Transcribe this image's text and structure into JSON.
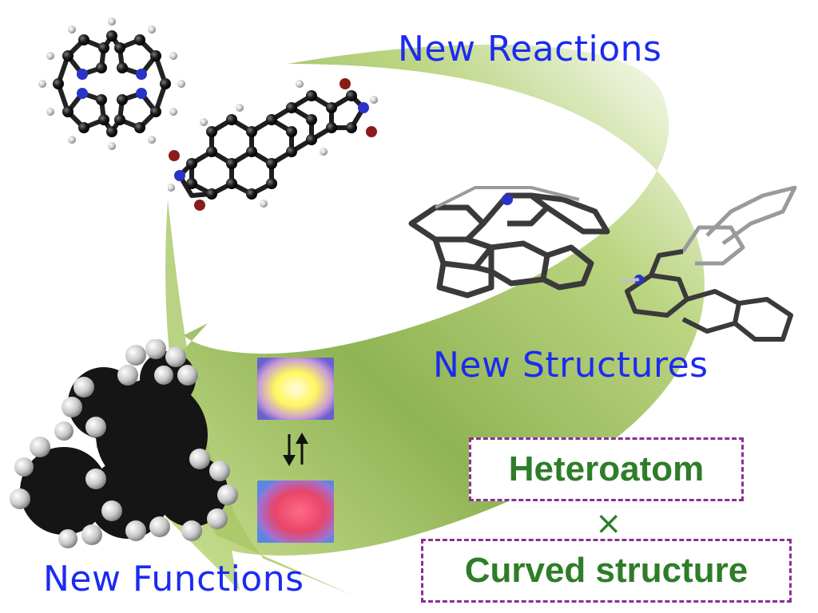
{
  "labels": {
    "reactions": "New Reactions",
    "structures": "New Structures",
    "functions": "New Functions"
  },
  "concept": {
    "top": "Heteroatom",
    "operator": "×",
    "bottom": "Curved structure"
  },
  "icons": [
    "porphyrin-molecule-icon",
    "perylene-diimide-molecule-icon",
    "bowl-molecule-icon",
    "helicene-molecule-icon",
    "space-filling-molecule-icon",
    "switch-arrows-icon"
  ],
  "colors": {
    "label_blue": "#1c2bf0",
    "concept_green": "#2e7d28",
    "box_purple": "#8a2f93",
    "arrow_green_dark": "#7aa83c",
    "arrow_green_light": "#e3efc4",
    "emission_yellow": "#fff75e",
    "emission_pink": "#e8456b"
  }
}
